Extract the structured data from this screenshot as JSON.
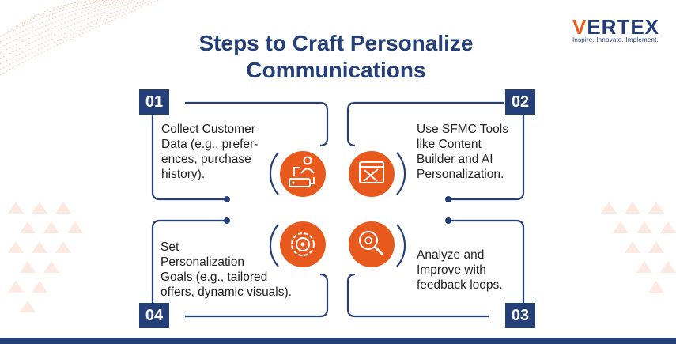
{
  "title": {
    "line1": "Steps to Craft Personalize",
    "line2": "Communications"
  },
  "logo": {
    "word_v": "V",
    "word_rest": "ERTEX",
    "tagline": "Inspire. Innovate. Implement."
  },
  "colors": {
    "navy": "#253f78",
    "orange": "#e8591e",
    "text": "#1f1f1f"
  },
  "steps": [
    {
      "number": "01",
      "icon": "server-user-icon",
      "lines": [
        "Collect Customer",
        "Data (e.g., prefer-",
        "ences, purchase",
        "history)."
      ]
    },
    {
      "number": "02",
      "icon": "design-tools-icon",
      "lines": [
        "Use SFMC Tools",
        "like Content",
        "Builder and AI",
        "Personalization."
      ]
    },
    {
      "number": "03",
      "icon": "magnify-analyze-icon",
      "lines": [
        "Analyze and",
        "Improve with",
        "feedback loops."
      ]
    },
    {
      "number": "04",
      "icon": "gear-target-icon",
      "lines": [
        "Set",
        "Personalization",
        "Goals (e.g., tailored",
        "offers, dynamic visuals)."
      ]
    }
  ]
}
